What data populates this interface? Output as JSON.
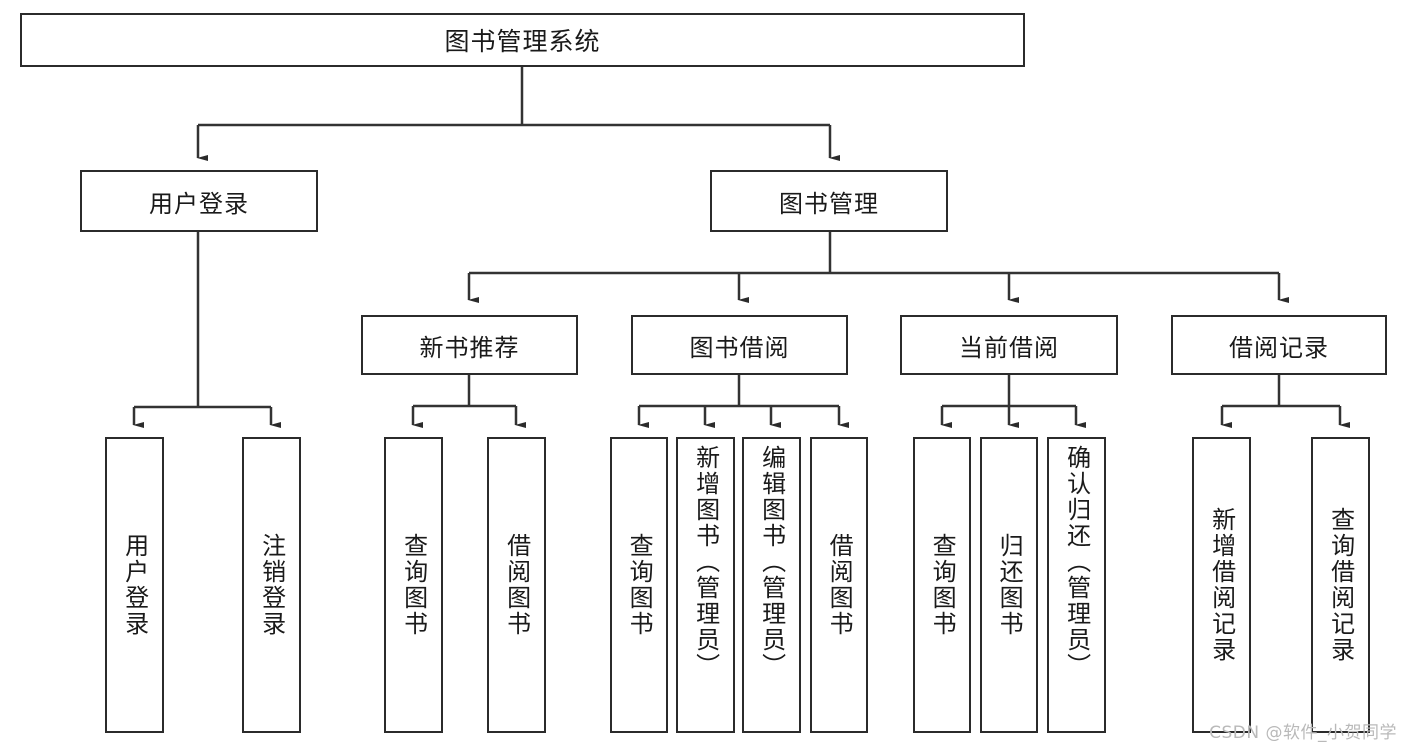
{
  "diagram": {
    "title": "图书管理系统",
    "type": "hierarchy-tree",
    "root": {
      "label": "图书管理系统"
    },
    "level2": [
      {
        "label": "用户登录"
      },
      {
        "label": "图书管理"
      }
    ],
    "level3": [
      {
        "label": "新书推荐"
      },
      {
        "label": "图书借阅"
      },
      {
        "label": "当前借阅"
      },
      {
        "label": "借阅记录"
      }
    ],
    "leaves": {
      "user_login": [
        {
          "label": "用户登录"
        },
        {
          "label": "注销登录"
        }
      ],
      "new_book_recommend": [
        {
          "label": "查询图书"
        },
        {
          "label": "借阅图书"
        }
      ],
      "book_borrow": [
        {
          "label": "查询图书"
        },
        {
          "label": "新增图书（管理员）"
        },
        {
          "label": "编辑图书（管理员）"
        },
        {
          "label": "借阅图书"
        }
      ],
      "current_borrow": [
        {
          "label": "查询图书"
        },
        {
          "label": "归还图书"
        },
        {
          "label": "确认归还（管理员）"
        }
      ],
      "borrow_record": [
        {
          "label": "新增借阅记录"
        },
        {
          "label": "查询借阅记录"
        }
      ]
    }
  },
  "watermark": {
    "text": "CSDN @软件_小贺同学"
  },
  "colors": {
    "box_border": "#2b2b2b",
    "box_fill": "#ffffff",
    "text": "#1a1a1a",
    "edge": "#333333",
    "watermark": "#b9b9b9"
  }
}
